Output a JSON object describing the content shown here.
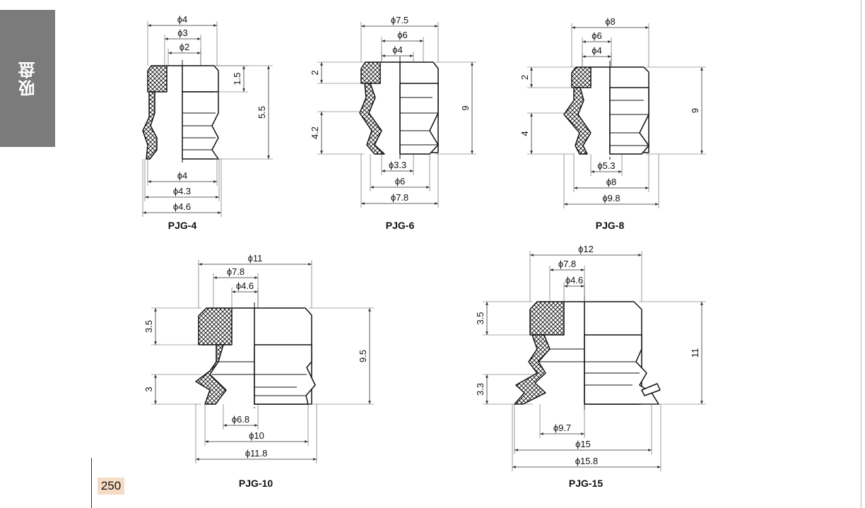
{
  "side_tab": {
    "label": "吸盘"
  },
  "page_number": "250",
  "parts": [
    {
      "id": "pjg4",
      "name": "PJG-4",
      "top_dims": [
        "ϕ4",
        "ϕ3",
        "ϕ2"
      ],
      "bottom_dims": [
        "ϕ4",
        "ϕ4.3",
        "ϕ4.6"
      ],
      "side_dims": [
        "1.5",
        "5.5"
      ]
    },
    {
      "id": "pjg6",
      "name": "PJG-6",
      "top_dims": [
        "ϕ7.5",
        "ϕ6",
        "ϕ4"
      ],
      "bottom_dims": [
        "ϕ3.3",
        "ϕ6",
        "ϕ7.8"
      ],
      "side_dims": [
        "2",
        "4.2",
        "9"
      ]
    },
    {
      "id": "pjg8",
      "name": "PJG-8",
      "top_dims": [
        "ϕ8",
        "ϕ6",
        "ϕ4"
      ],
      "bottom_dims": [
        "ϕ5.3",
        "ϕ8",
        "ϕ9.8"
      ],
      "side_dims": [
        "2",
        "4",
        "9"
      ]
    },
    {
      "id": "pjg10",
      "name": "PJG-10",
      "top_dims": [
        "ϕ11",
        "ϕ7.8",
        "ϕ4.6"
      ],
      "bottom_dims": [
        "ϕ6.8",
        "ϕ10",
        "ϕ11.8"
      ],
      "side_dims": [
        "3.5",
        "3",
        "9.5"
      ]
    },
    {
      "id": "pjg15",
      "name": "PJG-15",
      "top_dims": [
        "ϕ12",
        "ϕ7.8",
        "ϕ4.6"
      ],
      "bottom_dims": [
        "ϕ9.7",
        "ϕ15",
        "ϕ15.8"
      ],
      "side_dims": [
        "3.5",
        "3.3",
        "11"
      ]
    }
  ]
}
